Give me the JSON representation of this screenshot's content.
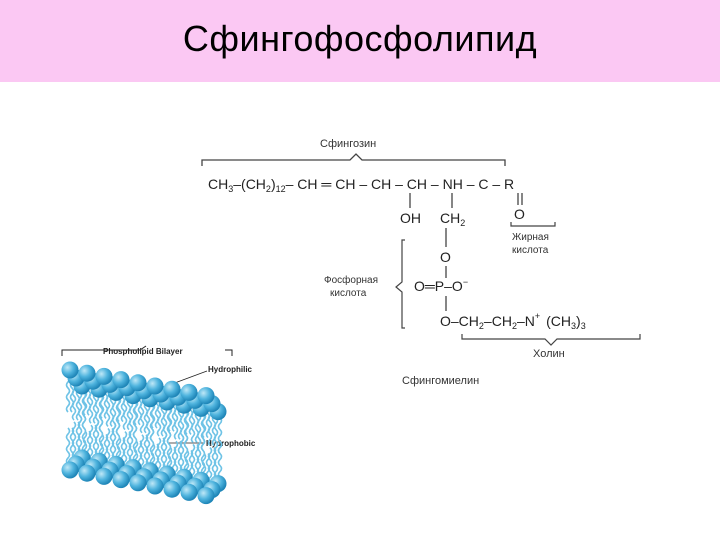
{
  "slide": {
    "title": "Сфингофосфолипид"
  },
  "structure": {
    "sphingosine_label": "Сфингозин",
    "main_chain": {
      "ch3": "CH",
      "ch3_sub": "3",
      "dash1": "–(CH",
      "ch2_sub": "2",
      "paren_close": ")",
      "n12": "12",
      "rest": "– CH ═ CH – CH – CH – NH – C – R"
    },
    "oh": "OH",
    "ch2": "CH",
    "ch2_sub": "2",
    "o_link": "O",
    "o_carbonyl": "O",
    "fatty_acid_label_1": "Жирная",
    "fatty_acid_label_2": "кислота",
    "phosphoric_label_1": "Фосфорная",
    "phosphoric_label_2": "кислота",
    "phosphate": "O═P–O",
    "phosphate_charge": "−",
    "choline_row": "O–CH",
    "choline_sub1": "2",
    "choline_mid": "–CH",
    "choline_sub2": "2",
    "choline_n": "–N",
    "choline_plus": "+",
    "choline_tail": "(CH",
    "choline_sub3": "3",
    "choline_tail2": ")",
    "choline_sub4": "3",
    "o_bottom": "O",
    "choline_label": "Холин",
    "sphingomyelin_label": "Сфингомиелин"
  },
  "bilayer": {
    "title": "Phospholipid Bilayer",
    "hydrophilic": "Hydrophilic",
    "hydrophobic": "Hydrophobic",
    "head_color": "#4fb4de",
    "tail_color": "#6fc3e6"
  }
}
